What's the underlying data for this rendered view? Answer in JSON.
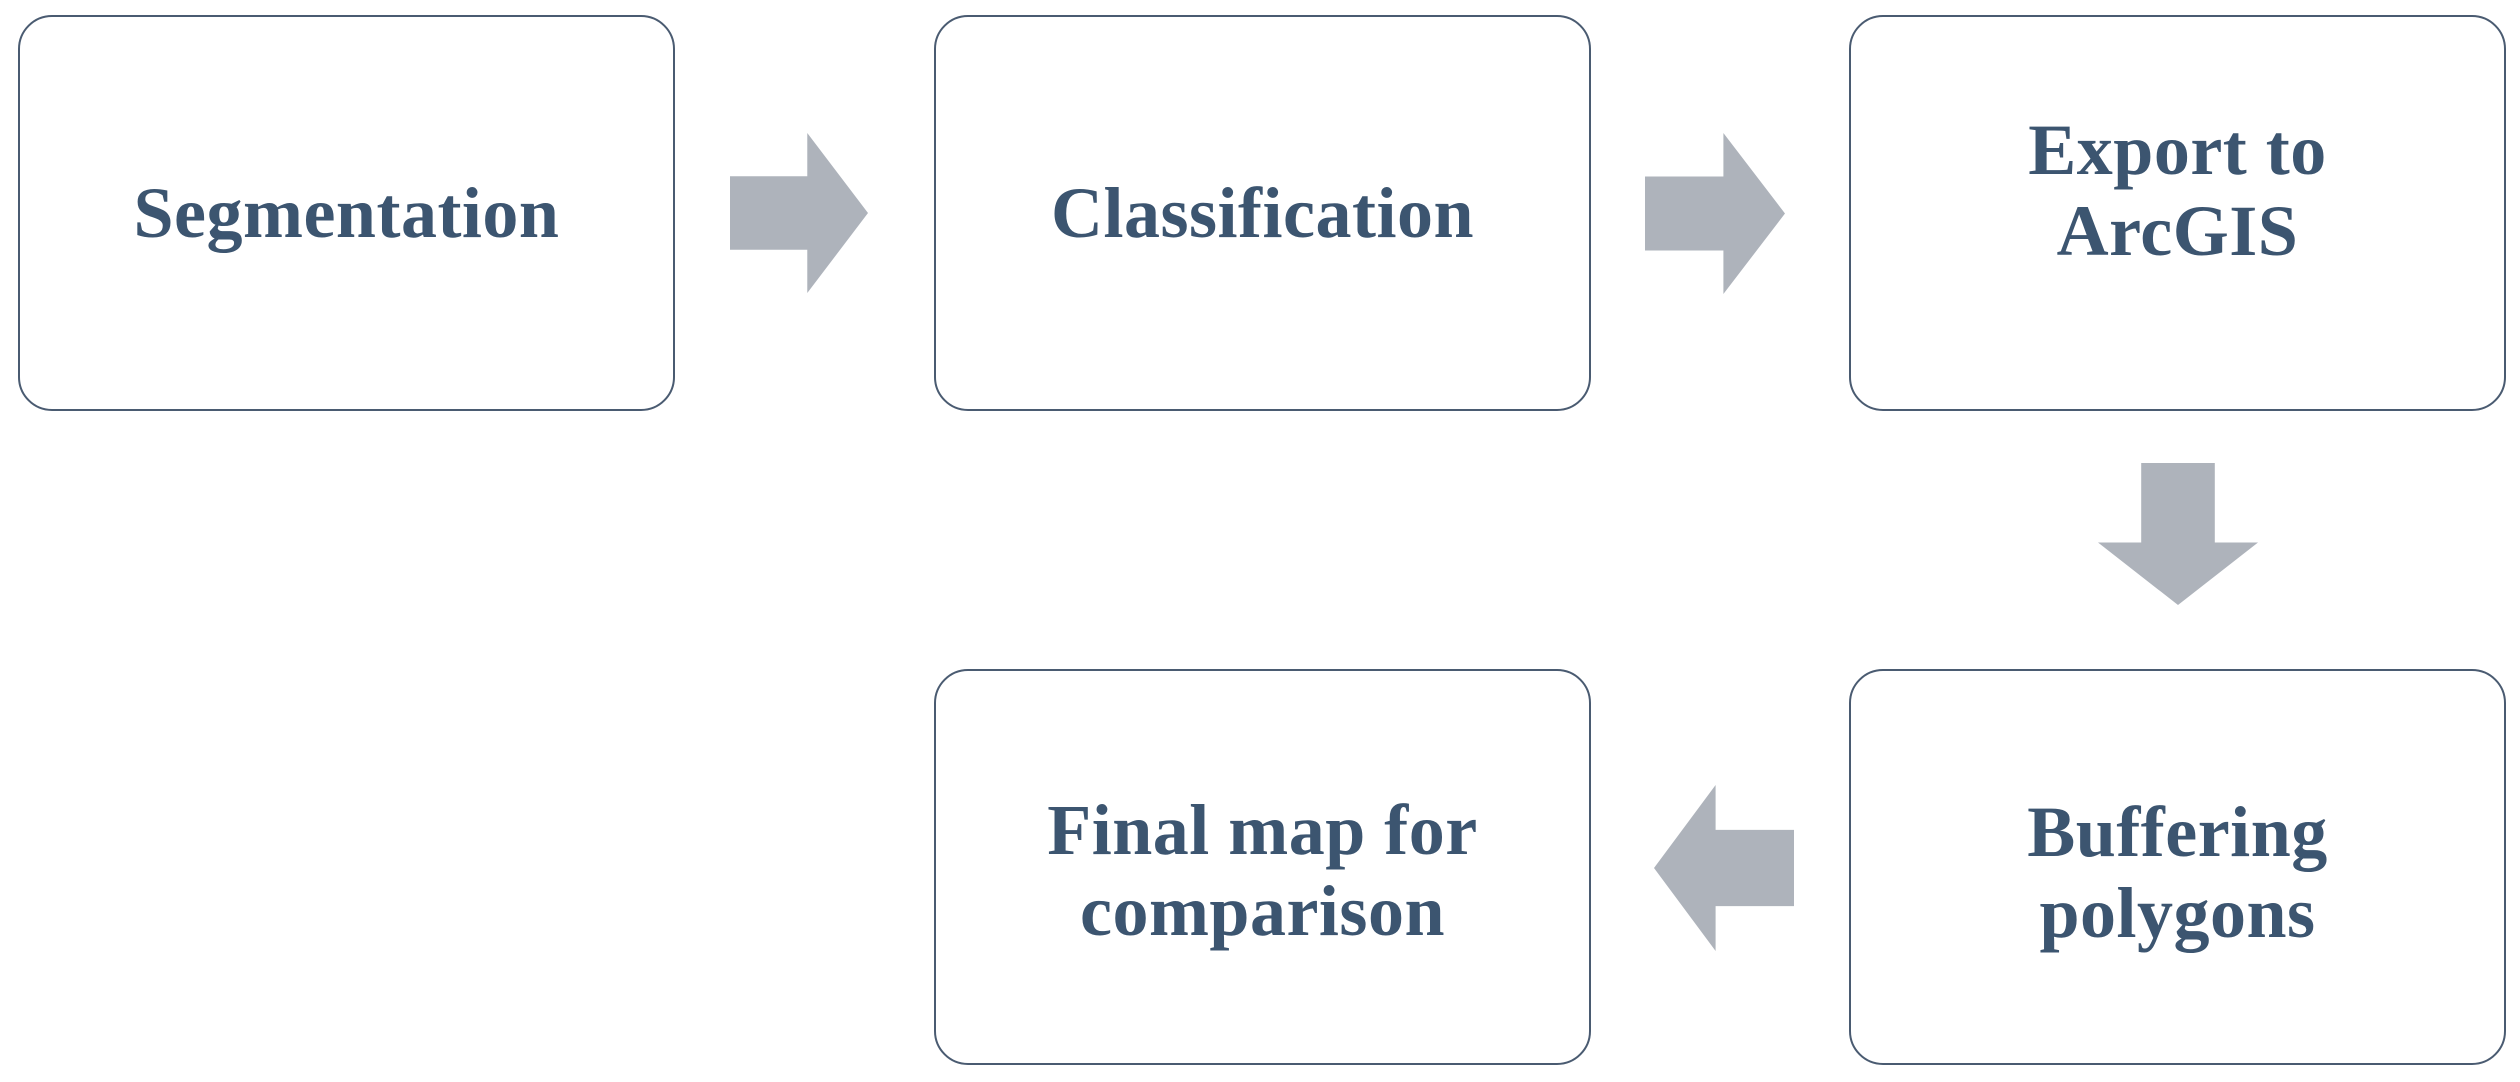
{
  "diagram": {
    "title": "Workflow flowchart",
    "colors": {
      "node_border": "#4a5b71",
      "node_fill": "#ffffff",
      "text": "#3c5570",
      "arrow": "#aeb3bb",
      "background": "#ffffff"
    },
    "nodes": [
      {
        "id": "segmentation",
        "label": "Segmentation"
      },
      {
        "id": "classification",
        "label": "Classification"
      },
      {
        "id": "export",
        "label": "Export to\nArcGIS"
      },
      {
        "id": "buffering",
        "label": "Buffering\npolygons"
      },
      {
        "id": "final_map",
        "label": "Final map for\ncomparison"
      }
    ],
    "arrows": [
      {
        "id": "seg_to_class",
        "direction": "right",
        "from": "segmentation",
        "to": "classification",
        "icon": "arrow-right-icon"
      },
      {
        "id": "class_to_exp",
        "direction": "right",
        "from": "classification",
        "to": "export",
        "icon": "arrow-right-icon"
      },
      {
        "id": "exp_to_buf",
        "direction": "down",
        "from": "export",
        "to": "buffering",
        "icon": "arrow-down-icon"
      },
      {
        "id": "buf_to_final",
        "direction": "left",
        "from": "buffering",
        "to": "final_map",
        "icon": "arrow-left-icon"
      }
    ]
  }
}
